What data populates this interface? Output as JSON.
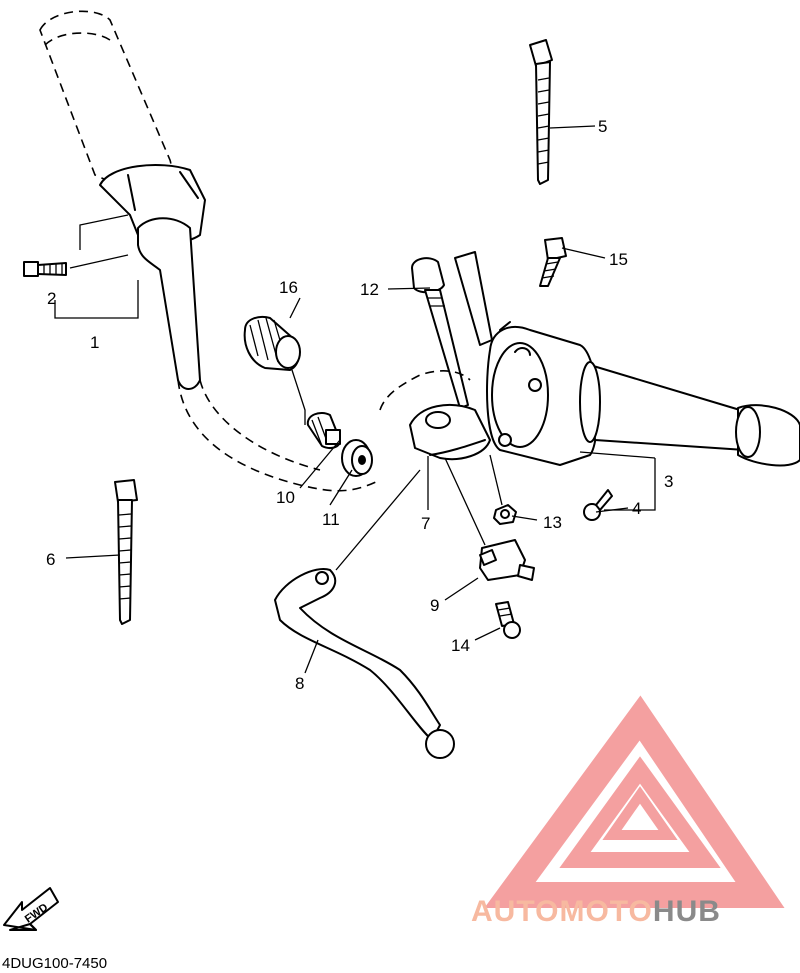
{
  "diagram_code": "4DUG100-7450",
  "fwd_label": "FWD",
  "watermark": {
    "text_part1": "AUTOMOTO",
    "text_part2": "HUB",
    "color_light": "#f7b9a0",
    "color_dark": "#8a8a8a",
    "logo_color": "#f4a0a0"
  },
  "callouts": {
    "c1": "1",
    "c2": "2",
    "c3": "3",
    "c4": "4",
    "c5": "5",
    "c6": "6",
    "c7": "7",
    "c8": "8",
    "c9": "9",
    "c10": "10",
    "c11": "11",
    "c12": "12",
    "c13": "13",
    "c14": "14",
    "c15": "15",
    "c16": "16"
  }
}
